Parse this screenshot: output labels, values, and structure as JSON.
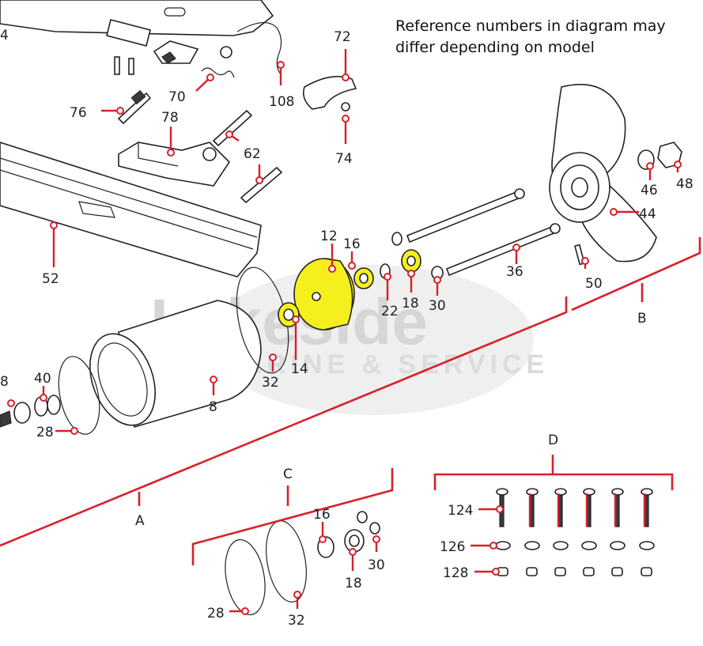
{
  "note": {
    "line1": "Reference numbers in diagram may",
    "line2": "differ depending on model"
  },
  "watermark": {
    "brand": "Lakeside",
    "tagline": "MARINE & SERVICE"
  },
  "labels": {
    "n4": "4",
    "n72": "72",
    "n70": "70",
    "n108": "108",
    "n76": "76",
    "n78": "78",
    "n74": "74",
    "n62": "62",
    "n52": "52",
    "n12": "12",
    "n16": "16",
    "n22": "22",
    "n18": "18",
    "n30": "30",
    "n36": "36",
    "n46": "46",
    "n48": "48",
    "n44": "44",
    "n50": "50",
    "n14": "14",
    "n32": "32",
    "n8": "8",
    "n3": "8",
    "n40": "40",
    "n28": "28",
    "grpA": "A",
    "grpB": "B",
    "grpC": "C",
    "grpD": "D",
    "c16": "16",
    "c30": "30",
    "c18": "18",
    "c28": "28",
    "c32": "32",
    "d124": "124",
    "d126": "126",
    "d128": "128"
  },
  "colors": {
    "leader": "#d8202a",
    "highlight": "#f6ef1e"
  }
}
